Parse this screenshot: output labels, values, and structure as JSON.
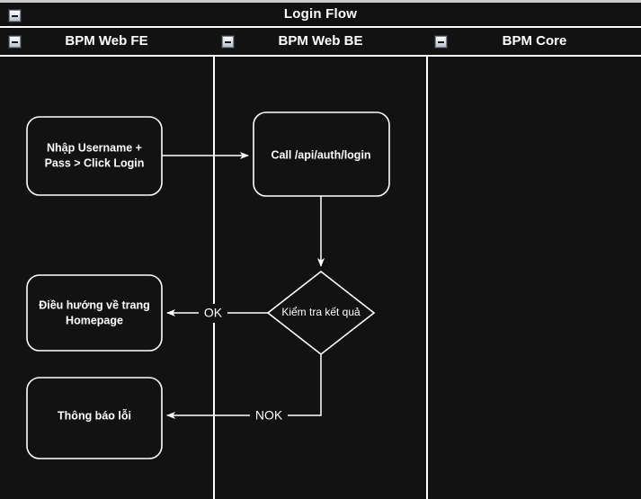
{
  "diagram": {
    "title": "Login Flow",
    "collapse_icon": "minus-square-icon",
    "background_color": "#121212",
    "stroke_color": "#ffffff"
  },
  "lanes": [
    {
      "id": "fe",
      "label": "BPM Web FE",
      "collapse_icon": "minus-square-icon"
    },
    {
      "id": "be",
      "label": "BPM Web BE",
      "collapse_icon": "minus-square-icon"
    },
    {
      "id": "core",
      "label": "BPM Core",
      "collapse_icon": "minus-square-icon"
    }
  ],
  "nodes": [
    {
      "id": "input-credentials",
      "lane": "fe",
      "type": "process",
      "line1": "Nhập Username +",
      "line2": "Pass > Click Login"
    },
    {
      "id": "call-login-api",
      "lane": "be",
      "type": "process",
      "line1": "Call /api/auth/login",
      "line2": ""
    },
    {
      "id": "check-result",
      "lane": "be",
      "type": "decision",
      "line1": "Kiểm tra kết quả",
      "line2": ""
    },
    {
      "id": "navigate-homepage",
      "lane": "fe",
      "type": "process",
      "line1": "Điều hướng về trang",
      "line2": "Homepage"
    },
    {
      "id": "show-error",
      "lane": "fe",
      "type": "process",
      "line1": "Thông báo lỗi",
      "line2": ""
    }
  ],
  "edges": [
    {
      "id": "e1",
      "from": "input-credentials",
      "to": "call-login-api",
      "label": ""
    },
    {
      "id": "e2",
      "from": "call-login-api",
      "to": "check-result",
      "label": ""
    },
    {
      "id": "e3",
      "from": "check-result",
      "to": "navigate-homepage",
      "label": "OK"
    },
    {
      "id": "e4",
      "from": "check-result",
      "to": "show-error",
      "label": "NOK"
    }
  ]
}
